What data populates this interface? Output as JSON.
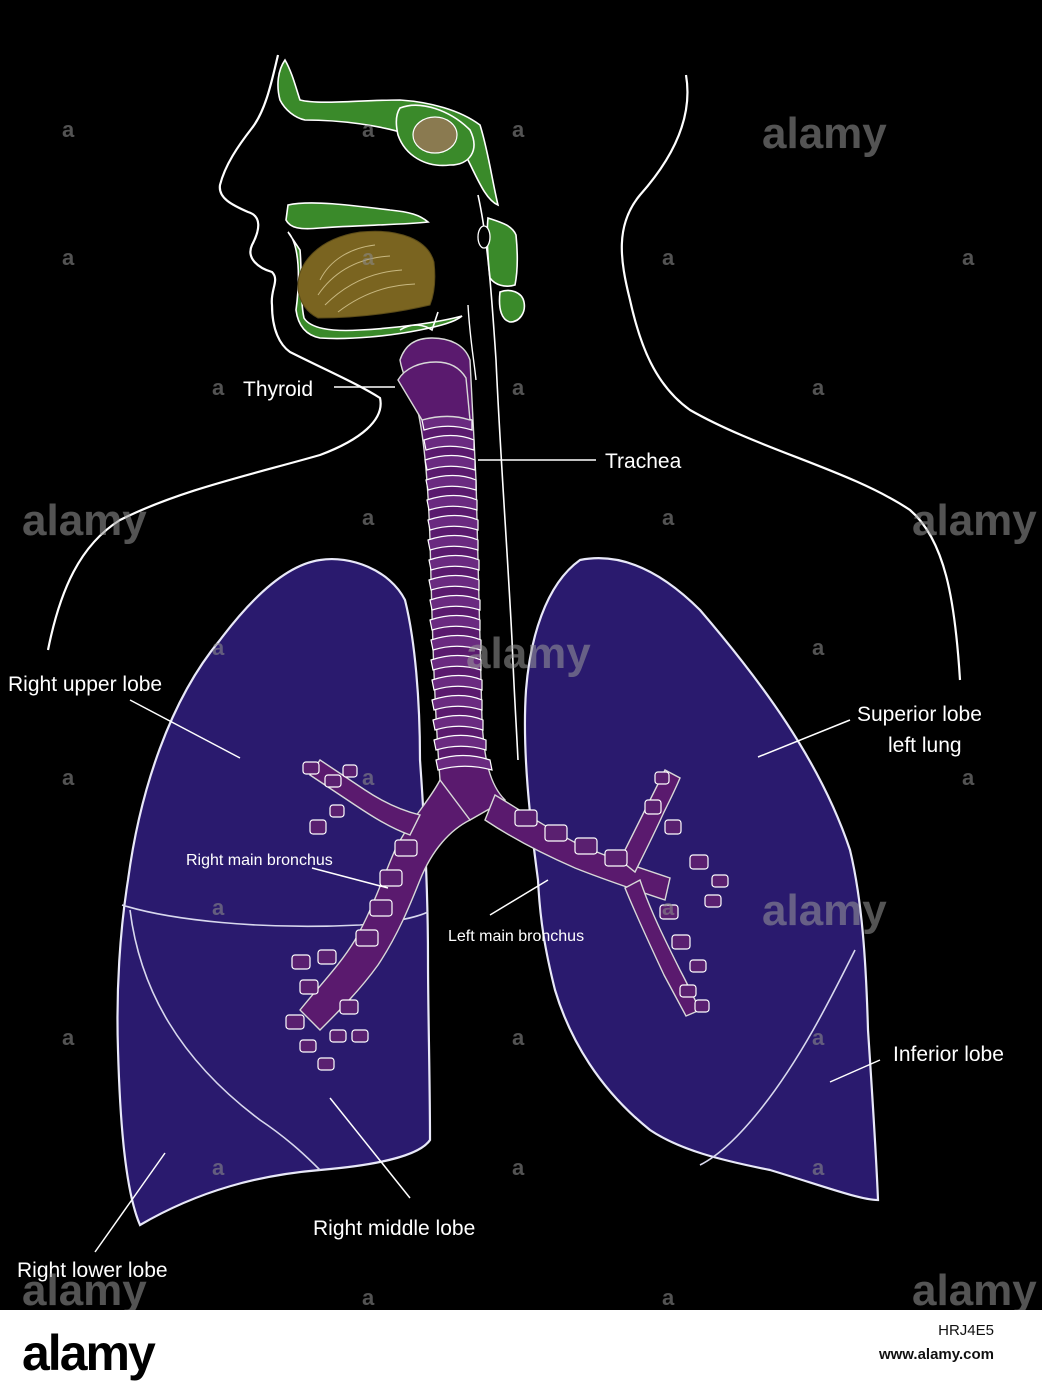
{
  "labels": {
    "thyroid": "Thyroid",
    "trachea": "Trachea",
    "right_upper_lobe": "Right upper lobe",
    "superior_lobe_line1": "Superior lobe",
    "superior_lobe_line2": "left lung",
    "right_main_bronchus": "Right main bronchus",
    "left_main_bronchus": "Left main bronchus",
    "inferior_lobe": "Inferior lobe",
    "right_middle_lobe": "Right middle lobe",
    "right_lower_lobe": "Right lower lobe"
  },
  "watermark": {
    "word": "alamy",
    "letter": "a"
  },
  "footer": {
    "logo": "alamy",
    "image_id": "HRJ4E5",
    "url": "www.alamy.com"
  },
  "colors": {
    "background": "#000000",
    "lung_fill": "#2a1a6e",
    "airway_fill": "#5a1a6e",
    "bone_fill": "#3a8a2a",
    "tongue_fill": "#7a6420",
    "footer_bg": "#ffffff"
  }
}
